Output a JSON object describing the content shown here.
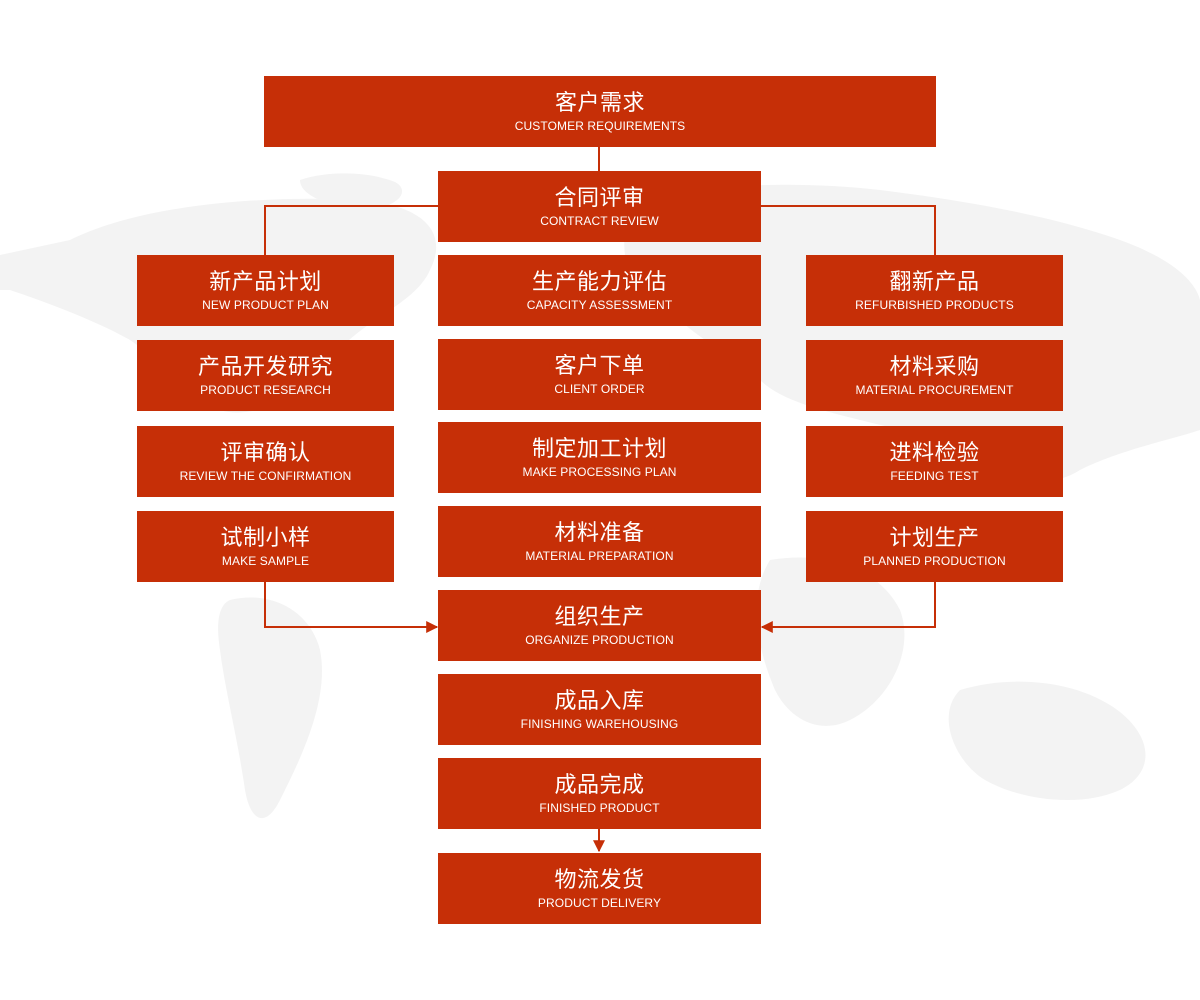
{
  "colors": {
    "box_fill": "#c62f07",
    "line": "#c62f07",
    "text": "#ffffff",
    "map_background": "#f3f3f3"
  },
  "top": {
    "cn": "客户需求",
    "en": "CUSTOMER REQUIREMENTS"
  },
  "center": [
    {
      "cn": "合同评审",
      "en": "CONTRACT REVIEW"
    },
    {
      "cn": "生产能力评估",
      "en": "CAPACITY ASSESSMENT"
    },
    {
      "cn": "客户下单",
      "en": "CLIENT ORDER"
    },
    {
      "cn": "制定加工计划",
      "en": "MAKE PROCESSING PLAN"
    },
    {
      "cn": "材料准备",
      "en": "MATERIAL PREPARATION"
    },
    {
      "cn": "组织生产",
      "en": "ORGANIZE PRODUCTION"
    },
    {
      "cn": "成品入库",
      "en": "FINISHING WAREHOUSING"
    },
    {
      "cn": "成品完成",
      "en": "FINISHED PRODUCT"
    },
    {
      "cn": "物流发货",
      "en": "PRODUCT DELIVERY"
    }
  ],
  "left": [
    {
      "cn": "新产品计划",
      "en": "NEW PRODUCT PLAN"
    },
    {
      "cn": "产品开发研究",
      "en": "PRODUCT RESEARCH"
    },
    {
      "cn": "评审确认",
      "en": "REVIEW THE CONFIRMATION"
    },
    {
      "cn": "试制小样",
      "en": "MAKE SAMPLE"
    }
  ],
  "right": [
    {
      "cn": "翻新产品",
      "en": "REFURBISHED PRODUCTS"
    },
    {
      "cn": "材料采购",
      "en": "MATERIAL PROCUREMENT"
    },
    {
      "cn": "进料检验",
      "en": "FEEDING TEST"
    },
    {
      "cn": "计划生产",
      "en": "PLANNED PRODUCTION"
    }
  ]
}
